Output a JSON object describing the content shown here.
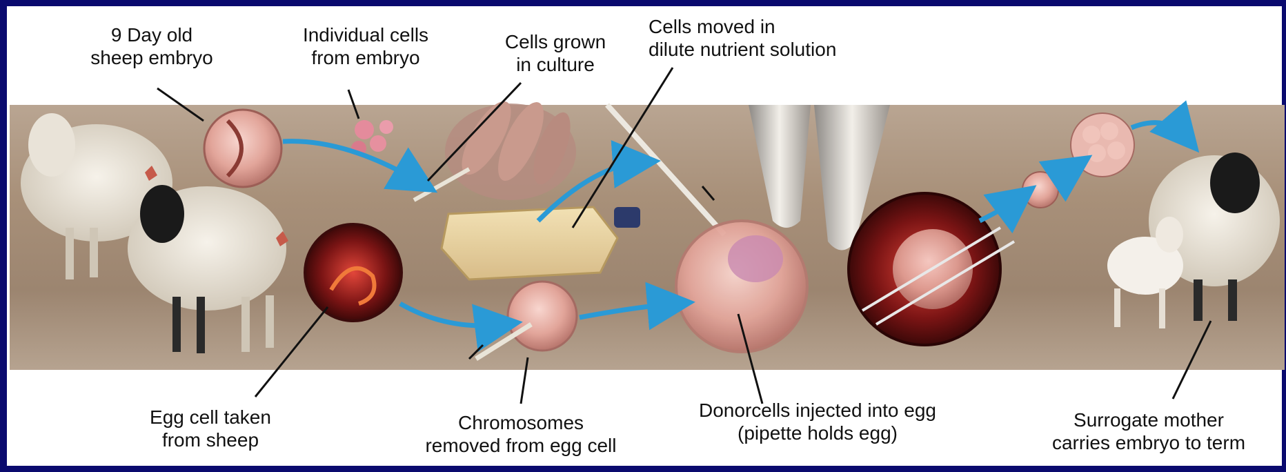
{
  "labels": {
    "embryo_9_day": "9 Day old\nsheep embryo",
    "individual_cells": "Individual cells\nfrom embryo",
    "cells_grown": "Cells grown\nin culture",
    "cells_moved": "Cells moved in\ndilute nutrient solution",
    "egg_cell_taken": "Egg cell taken\nfrom sheep",
    "chromosomes_removed": "Chromosomes\nremoved from egg cell",
    "donor_cells_injected": "Donorcells injected into egg\n(pipette holds egg)",
    "surrogate_mother": "Surrogate mother\ncarries embryo to term"
  },
  "colors": {
    "background_border": "#0a0a6e",
    "flow_arrow": "#2a9ad6",
    "leader_line": "#111111"
  }
}
